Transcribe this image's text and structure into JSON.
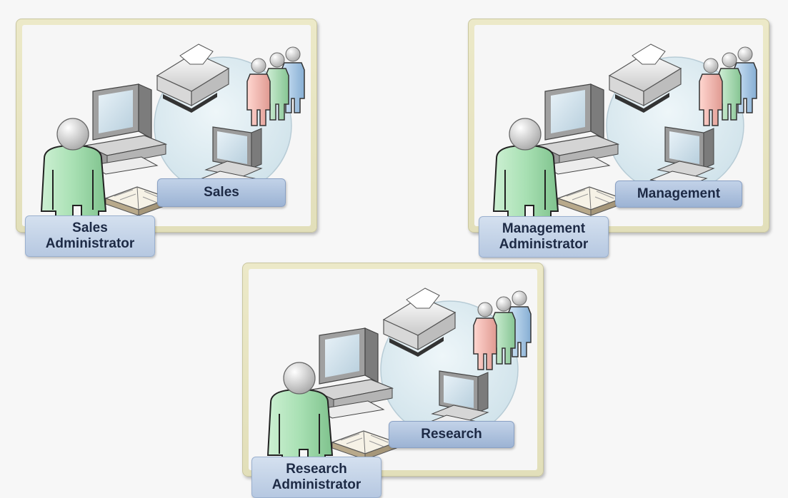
{
  "groups": [
    {
      "id": "sales",
      "group_label": "Sales",
      "admin_label": "Sales\nAdministrator"
    },
    {
      "id": "management",
      "group_label": "Management",
      "admin_label": "Management\nAdministrator"
    },
    {
      "id": "research",
      "group_label": "Research",
      "admin_label": "Research\nAdministrator"
    }
  ],
  "colors": {
    "panel_frame": "#e6e3bf",
    "circle": "#d9e8ee",
    "admin_figure": "#a8e0b3",
    "user_red": "#f2b5ad",
    "user_green": "#a8dcb2",
    "user_blue": "#a9cbe8",
    "label_fill": "#b0c4e0"
  },
  "icons": [
    "administrator-figure-icon",
    "computer-icon",
    "printer-icon",
    "book-icon",
    "users-group-icon",
    "workstation-icon"
  ]
}
